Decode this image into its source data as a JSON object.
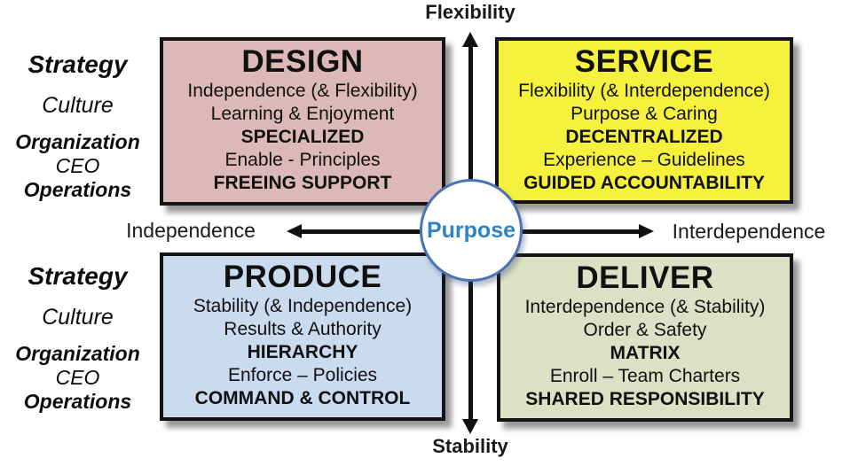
{
  "diagram": {
    "axis": {
      "top": "Flexibility",
      "bottom": "Stability",
      "left": "Independence",
      "right": "Interdependence"
    },
    "center_label": "Purpose",
    "side_labels": {
      "top": [
        "Strategy",
        "Culture",
        "Organization",
        "CEO",
        "Operations"
      ],
      "bottom": [
        "Strategy",
        "Culture",
        "Organization",
        "CEO",
        "Operations"
      ]
    },
    "quadrants": {
      "design": {
        "title": "DESIGN",
        "lines": [
          "Independence (& Flexibility)",
          "Learning & Enjoyment",
          "SPECIALIZED",
          "Enable - Principles",
          "FREEING SUPPORT"
        ]
      },
      "service": {
        "title": "SERVICE",
        "lines": [
          "Flexibility (& Interdependence)",
          "Purpose & Caring",
          "DECENTRALIZED",
          "Experience – Guidelines",
          "GUIDED ACCOUNTABILITY"
        ]
      },
      "produce": {
        "title": "PRODUCE",
        "lines": [
          "Stability (& Independence)",
          "Results & Authority",
          "HIERARCHY",
          "Enforce – Policies",
          "COMMAND & CONTROL"
        ]
      },
      "deliver": {
        "title": "DELIVER",
        "lines": [
          "Interdependence (& Stability)",
          "Order & Safety",
          "MATRIX",
          "Enroll – Team Charters",
          "SHARED RESPONSIBILITY"
        ]
      }
    },
    "colors": {
      "design_fill": "#DCB8B8",
      "service_fill": "#F5F13D",
      "produce_fill": "#CADAEF",
      "deliver_fill": "#DCE1C6",
      "box_border": "#141414",
      "arrow": "#111111",
      "circle_ring": "#4A72B4",
      "purpose_text": "#2B84C6"
    }
  }
}
